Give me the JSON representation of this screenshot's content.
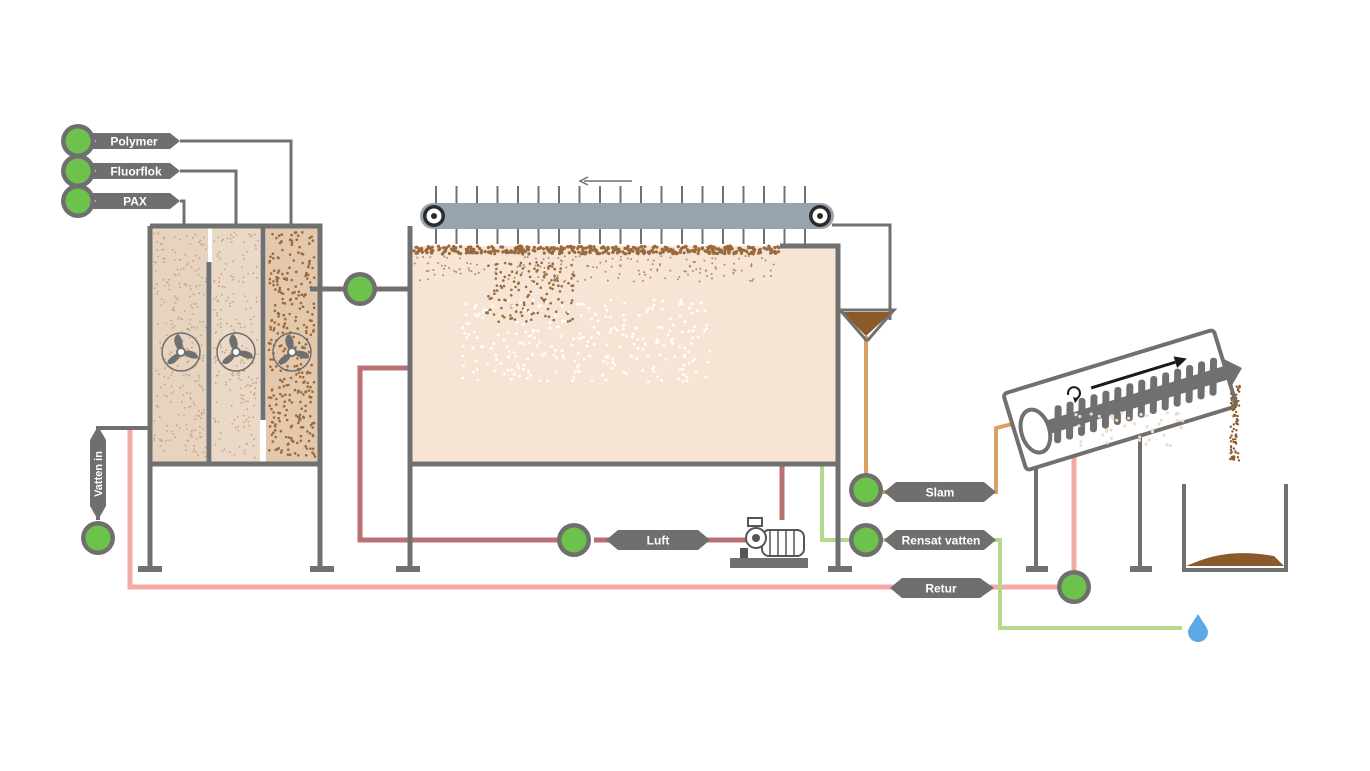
{
  "diagram": {
    "labels": {
      "polymer": "Polymer",
      "fluorflok": "Fluorflok",
      "pax": "PAX",
      "vatten_in": "Vatten in",
      "slam": "Slam",
      "luft": "Luft",
      "rensat_vatten": "Rensat vatten",
      "retur": "Retur"
    },
    "icons": {
      "pump": "pump-icon",
      "mixer": "mixer-icon",
      "gear": "gear-icon",
      "compressor": "compressor-icon",
      "droplet": "water-drop-icon",
      "rotation": "rotation-icon"
    },
    "colors": {
      "frame": "#707070",
      "pump_green": "#6cc24a",
      "water_in_pipe": "#f4a9a8",
      "air_pipe": "#b87072",
      "sludge_pipe": "#d9a066",
      "clean_water_pipe": "#b5d98a",
      "tank_fill": "#f6e5d4",
      "mix_fill": "#e6d3c0",
      "scraper": "#97a4b0",
      "sludge": "#8b5a2b",
      "water_drop": "#5aa9e6"
    }
  }
}
